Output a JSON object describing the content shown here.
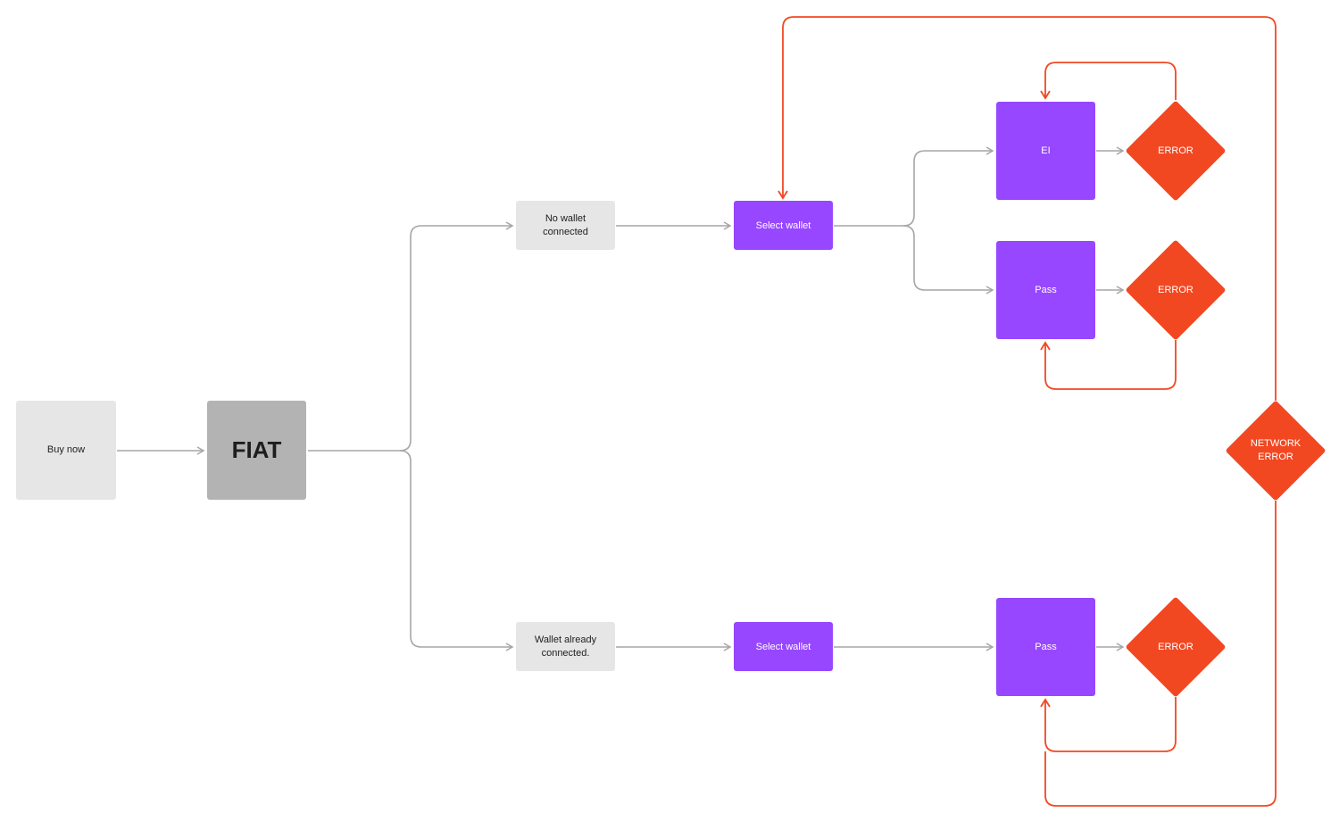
{
  "nodes": {
    "buy_now": "Buy now",
    "fiat": "FIAT",
    "no_wallet": "No wallet\nconnected",
    "wallet_connected": "Wallet already\nconnected.",
    "select_wallet_top": "Select wallet",
    "select_wallet_bottom": "Select wallet",
    "ei": "EI",
    "pass_top": "Pass",
    "pass_bottom": "Pass",
    "error_1": "ERROR",
    "error_2": "ERROR",
    "error_3": "ERROR",
    "network_error": "NETWORK\nERROR"
  },
  "colors": {
    "flow_connector": "#a6a6a6",
    "error_connector": "#f24822",
    "process_node": "#9747ff",
    "error_node": "#f24822",
    "start_node": "#e6e6e6",
    "fiat_node": "#b3b3b3"
  }
}
